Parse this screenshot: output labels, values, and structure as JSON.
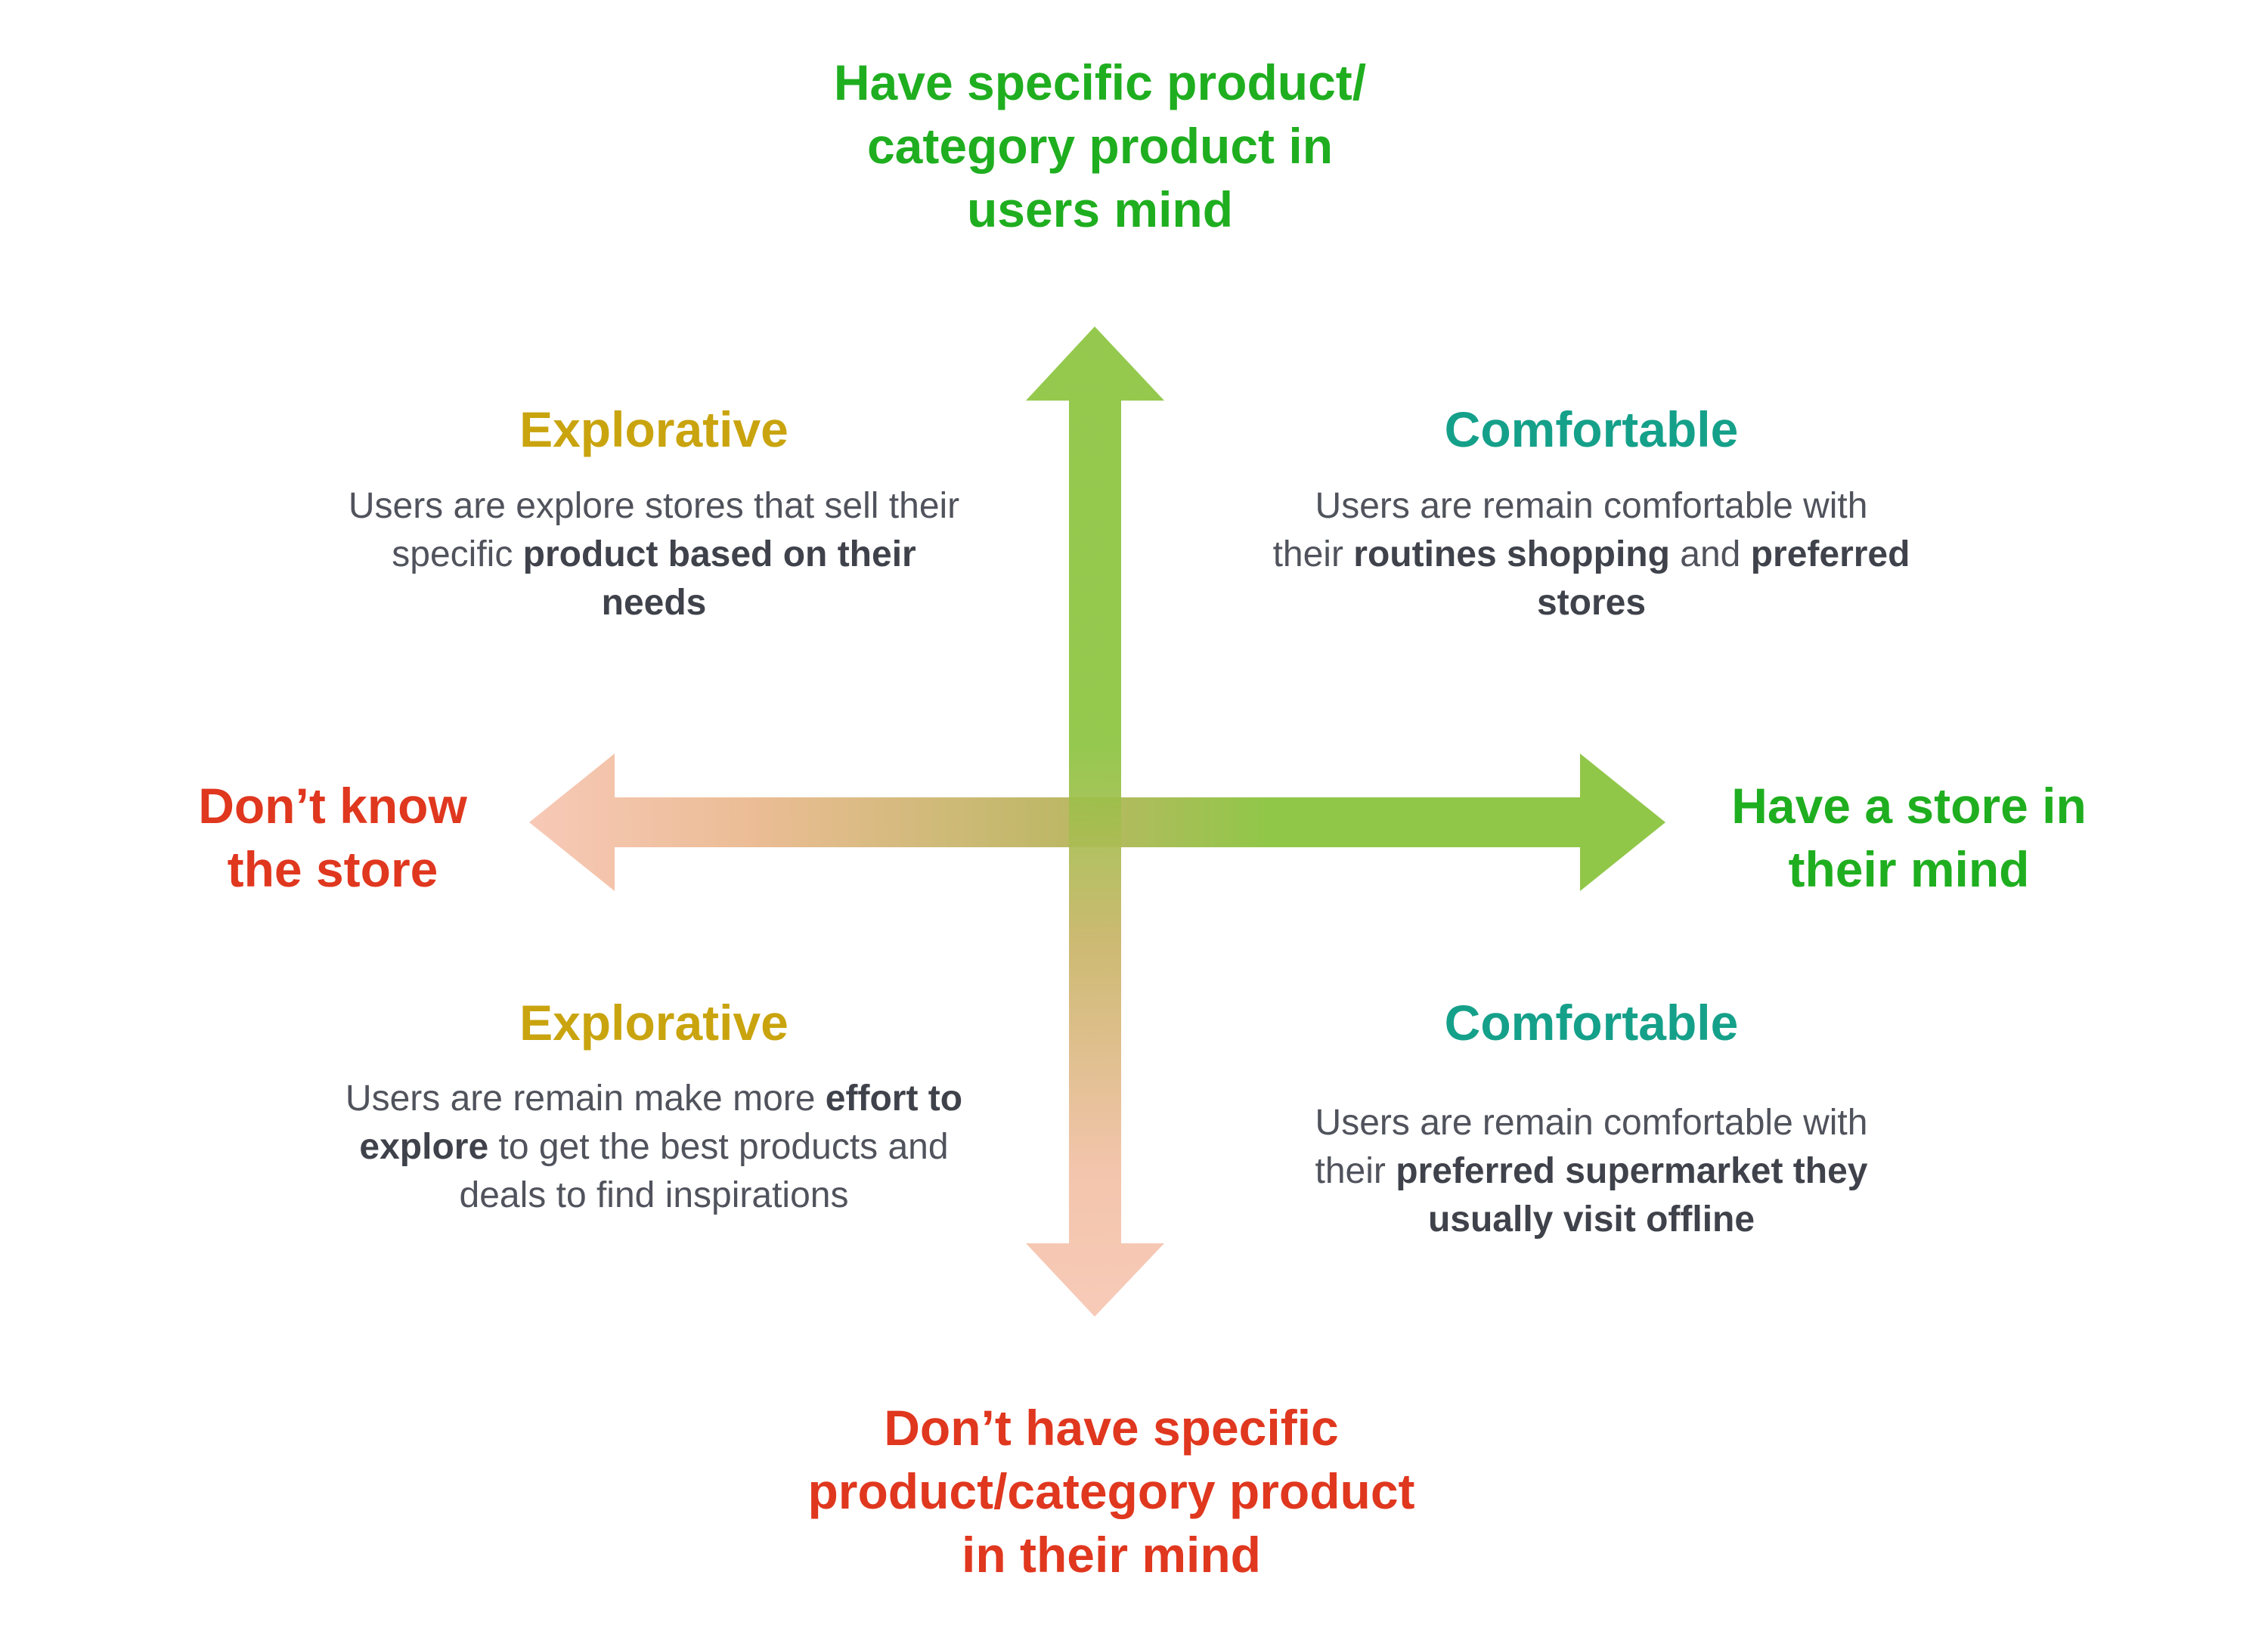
{
  "colors": {
    "positive": "#1fae1f",
    "negative": "#e0371f",
    "explorative": "#c9a40e",
    "comfortable": "#15a08a",
    "arrow_green": "#8bc43f",
    "arrow_peach": "#f7c6b3",
    "body_text": "#50535c"
  },
  "axes": {
    "top": [
      "Have specific product/",
      "category product in",
      "users mind"
    ],
    "bottom": [
      "Don’t have specific",
      "product/category product",
      "in their mind"
    ],
    "left": [
      "Don’t know",
      "the store"
    ],
    "right": [
      "Have a store in",
      "their mind"
    ]
  },
  "quadrants": {
    "top_left": {
      "title": "Explorative",
      "lines": [
        [
          {
            "t": "Users are explore stores that sell their",
            "b": false
          }
        ],
        [
          {
            "t": "specific ",
            "b": false
          },
          {
            "t": "product based on their",
            "b": true
          }
        ],
        [
          {
            "t": "needs",
            "b": true
          }
        ]
      ]
    },
    "top_right": {
      "title": "Comfortable",
      "lines": [
        [
          {
            "t": "Users are remain comfortable with",
            "b": false
          }
        ],
        [
          {
            "t": "their ",
            "b": false
          },
          {
            "t": "routines shopping",
            "b": true
          },
          {
            "t": " and ",
            "b": false
          },
          {
            "t": "preferred",
            "b": true
          }
        ],
        [
          {
            "t": "stores",
            "b": true
          }
        ]
      ]
    },
    "bottom_left": {
      "title": "Explorative",
      "lines": [
        [
          {
            "t": "Users are remain make more ",
            "b": false
          },
          {
            "t": "effort to",
            "b": true
          }
        ],
        [
          {
            "t": "explore",
            "b": true
          },
          {
            "t": " to get the best products and",
            "b": false
          }
        ],
        [
          {
            "t": "deals to find inspirations",
            "b": false
          }
        ]
      ]
    },
    "bottom_right": {
      "title": "Comfortable",
      "lines": [
        [
          {
            "t": "Users are remain comfortable with",
            "b": false
          }
        ],
        [
          {
            "t": "their ",
            "b": false
          },
          {
            "t": "preferred supermarket they",
            "b": true
          }
        ],
        [
          {
            "t": "usually visit offline",
            "b": true
          }
        ]
      ]
    }
  }
}
